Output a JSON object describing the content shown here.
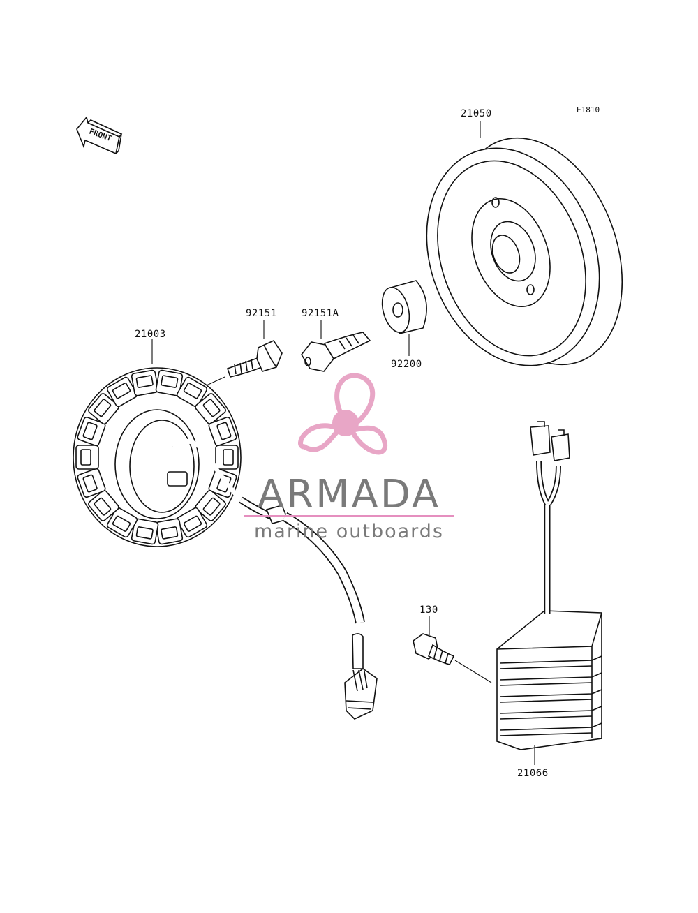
{
  "diagram": {
    "code": "E1810",
    "front_label": "FRONT",
    "parts": [
      {
        "id": "21050",
        "label": "21050"
      },
      {
        "id": "92151",
        "label": "92151"
      },
      {
        "id": "92151A",
        "label": "92151A"
      },
      {
        "id": "92200",
        "label": "92200"
      },
      {
        "id": "21003",
        "label": "21003"
      },
      {
        "id": "130",
        "label": "130"
      },
      {
        "id": "21066",
        "label": "21066"
      }
    ]
  },
  "watermark": {
    "title": "ARMADA",
    "subtitle": "marine outboards",
    "colors": {
      "logo": "#e8a6c6",
      "logo_dark": "#d98ab0",
      "text": "#7a7a7a",
      "rule": "#e58fbf"
    }
  }
}
